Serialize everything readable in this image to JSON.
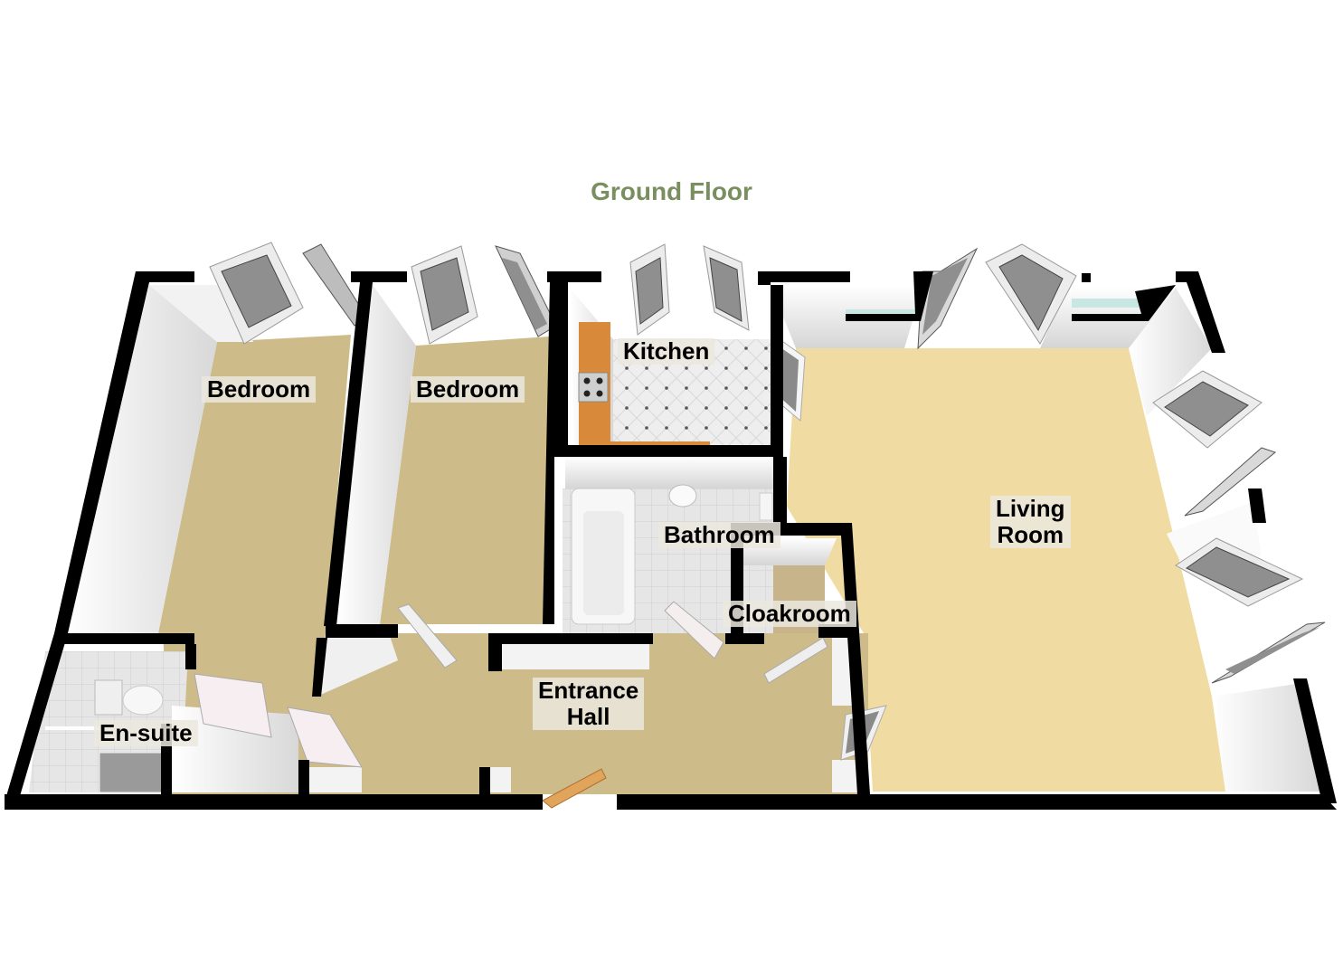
{
  "title": "Ground Floor",
  "colors": {
    "title": "#7a8f5f",
    "carpet_bedroom": "#cdbb8a",
    "carpet_living": "#f0dca3",
    "wall": "#000000",
    "inner_wall": "#f4f4f4",
    "tile": "#e8e8e8",
    "worktop": "#d88a3a"
  },
  "rooms": [
    {
      "id": "bedroom1",
      "label": "Bedroom"
    },
    {
      "id": "bedroom2",
      "label": "Bedroom"
    },
    {
      "id": "kitchen",
      "label": "Kitchen"
    },
    {
      "id": "bathroom",
      "label": "Bathroom"
    },
    {
      "id": "cloakroom",
      "label": "Cloakroom"
    },
    {
      "id": "living",
      "label_line1": "Living",
      "label_line2": "Room"
    },
    {
      "id": "entrance",
      "label_line1": "Entrance",
      "label_line2": "Hall"
    },
    {
      "id": "ensuite",
      "label": "En-suite"
    }
  ]
}
